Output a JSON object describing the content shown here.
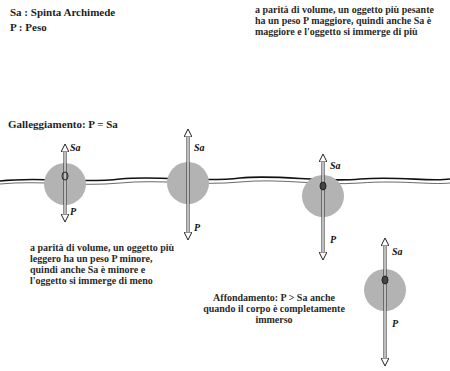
{
  "diagram": {
    "labels": [
      "Sa : Spinta Archimede",
      "P : Peso",
      "Galleggiamento: P = Sa",
      "a parità di volume, un oggetto più pesante ha un peso P maggiore, quindi anche Sa è maggiore e l'oggetto si immerge di più",
      "a parità di volume, un oggetto più leggero ha un peso P minore, quindi anche Sa è minore e l'oggetto si immerge di meno",
      "Affondamento: P > Sa anche quando il corpo è completamente immerso",
      "Sa",
      "P",
      "Sa",
      "P",
      "Sa",
      "P",
      "Sa",
      "P"
    ]
  }
}
